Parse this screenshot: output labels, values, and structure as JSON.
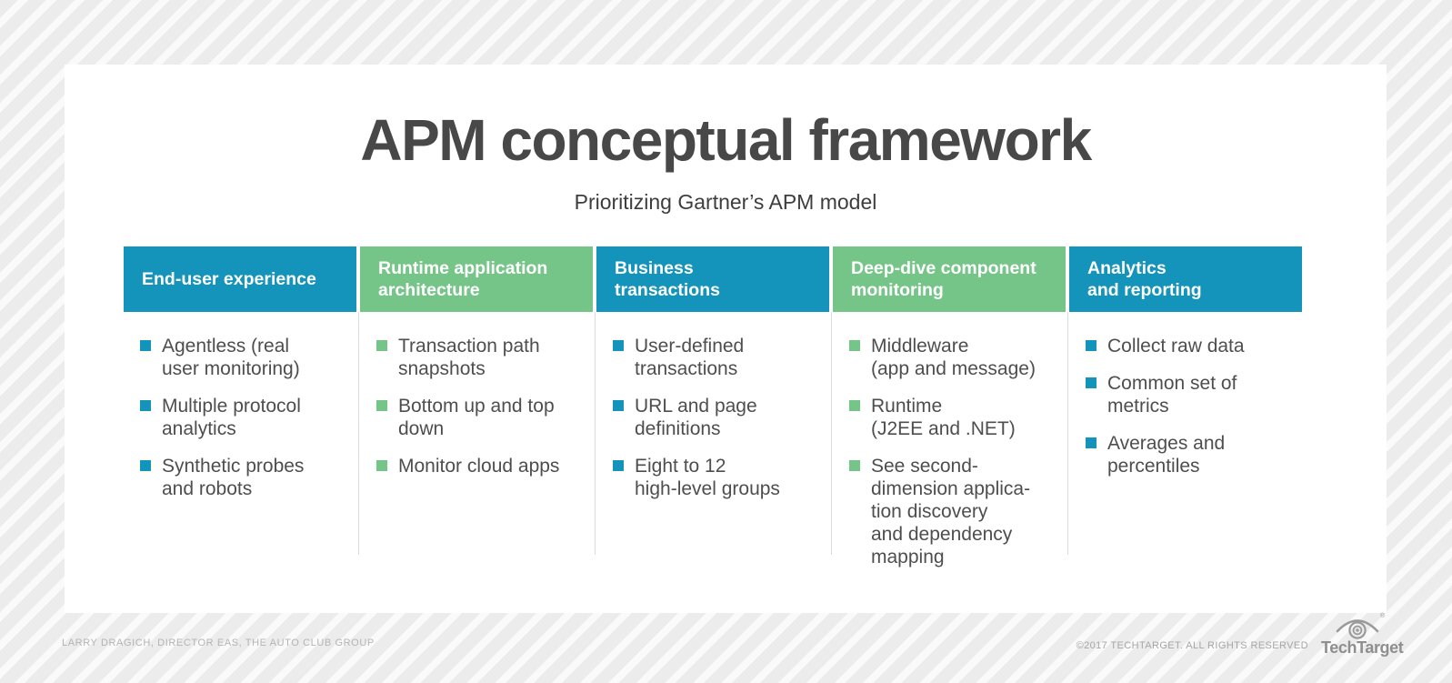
{
  "header": {
    "title": "APM conceptual framework",
    "subtitle": "Prioritizing Gartner’s APM model"
  },
  "colors": {
    "blue": "#1494bb",
    "green": "#76c588",
    "divider": "#dcdcdc",
    "body_text": "#4e4e4e"
  },
  "columns": [
    {
      "header": "End-user experience",
      "color": "blue",
      "items": [
        "Agentless (real\nuser monitoring)",
        "Multiple protocol\nanalytics",
        "Synthetic probes\nand robots"
      ]
    },
    {
      "header": "Runtime application\narchitecture",
      "color": "green",
      "items": [
        "Transaction path\nsnapshots",
        "Bottom up and top\ndown",
        "Monitor cloud apps"
      ]
    },
    {
      "header": "Business\ntransactions",
      "color": "blue",
      "items": [
        "User-defined\ntransactions",
        "URL and page\ndefinitions",
        "Eight to 12\nhigh-level groups"
      ]
    },
    {
      "header": "Deep-dive component\nmonitoring",
      "color": "green",
      "items": [
        "Middleware\n(app and message)",
        "Runtime\n(J2EE and .NET)",
        "See second-\ndimension applica-\ntion discovery\nand dependency\nmapping"
      ]
    },
    {
      "header": "Analytics\nand reporting",
      "color": "blue",
      "items": [
        "Collect raw data",
        "Common set of\nmetrics",
        "Averages and\npercentiles"
      ]
    }
  ],
  "footer": {
    "left": "LARRY DRAGICH, DIRECTOR EAS, THE AUTO CLUB GROUP",
    "right": "©2017 TECHTARGET. ALL RIGHTS RESERVED",
    "logo_text": "TechTarget",
    "registered_mark": "®"
  }
}
